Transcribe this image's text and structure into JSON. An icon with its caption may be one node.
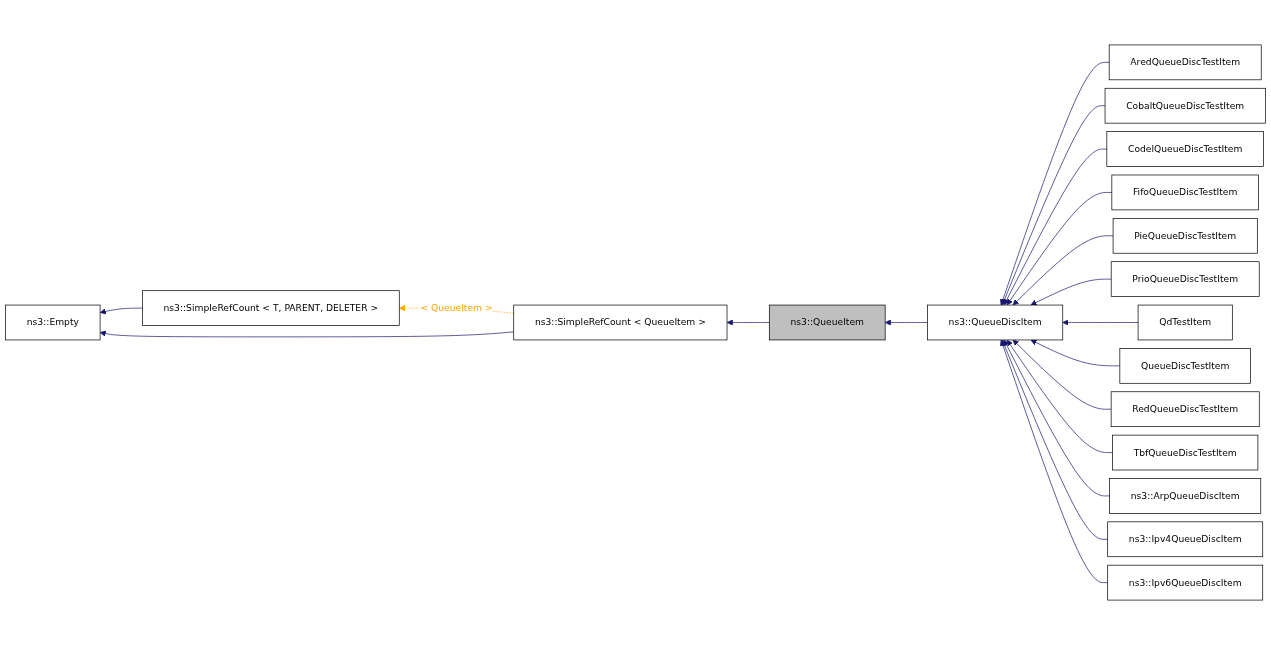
{
  "diagram": {
    "nodes": [
      {
        "text": [
          "ns3::Empty"
        ]
      },
      {
        "text": [
          "ns3::SimpleRefCount < T, PARENT, DELETER >"
        ]
      },
      {
        "text": [
          "ns3::SimpleRefCount < QueueItem >"
        ]
      },
      {
        "text": [
          "ns3::QueueItem"
        ]
      },
      {
        "text": [
          "ns3::QueueDiscItem"
        ]
      },
      {
        "text": [
          "AredQueueDiscTestItem"
        ]
      },
      {
        "text": [
          "CobaltQueueDiscTestItem"
        ]
      },
      {
        "text": [
          "CodelQueueDiscTestItem"
        ]
      },
      {
        "text": [
          "FifoQueueDiscTestItem"
        ]
      },
      {
        "text": [
          "PieQueueDiscTestItem"
        ]
      },
      {
        "text": [
          "PrioQueueDiscTestItem"
        ]
      },
      {
        "text": [
          "QdTestItem"
        ]
      },
      {
        "text": [
          "QueueDiscTestItem"
        ]
      },
      {
        "text": [
          "RedQueueDiscTestItem"
        ]
      },
      {
        "text": [
          "TbfQueueDiscTestItem"
        ]
      },
      {
        "text": [
          "ns3::ArpQueueDiscItem"
        ]
      },
      {
        "text": [
          "ns3::Ipv4QueueDiscItem"
        ]
      },
      {
        "text": [
          "ns3::Ipv6QueueDiscItem"
        ]
      }
    ],
    "edges": [
      {
        "from": 1,
        "to": 0,
        "arrow": "to"
      },
      {
        "from": 2,
        "to": 0,
        "arrow": "to"
      },
      {
        "from": 2,
        "to": 1,
        "arrow": "to",
        "label": "< QueueItem >",
        "style": "dashed",
        "color": "#ffa500"
      },
      {
        "from": 3,
        "to": 2,
        "arrow": "to"
      },
      {
        "from": 4,
        "to": 3,
        "arrow": "to"
      },
      {
        "from": 5,
        "to": 4,
        "arrow": "to"
      },
      {
        "from": 6,
        "to": 4,
        "arrow": "to"
      },
      {
        "from": 7,
        "to": 4,
        "arrow": "to"
      },
      {
        "from": 8,
        "to": 4,
        "arrow": "to"
      },
      {
        "from": 9,
        "to": 4,
        "arrow": "to"
      },
      {
        "from": 10,
        "to": 4,
        "arrow": "to"
      },
      {
        "from": 11,
        "to": 4,
        "arrow": "to"
      },
      {
        "from": 12,
        "to": 4,
        "arrow": "to"
      },
      {
        "from": 13,
        "to": 4,
        "arrow": "to"
      },
      {
        "from": 14,
        "to": 4,
        "arrow": "to"
      },
      {
        "from": 15,
        "to": 4,
        "arrow": "to"
      },
      {
        "from": 16,
        "to": 4,
        "arrow": "to"
      },
      {
        "from": 17,
        "to": 4,
        "arrow": "to"
      }
    ]
  }
}
